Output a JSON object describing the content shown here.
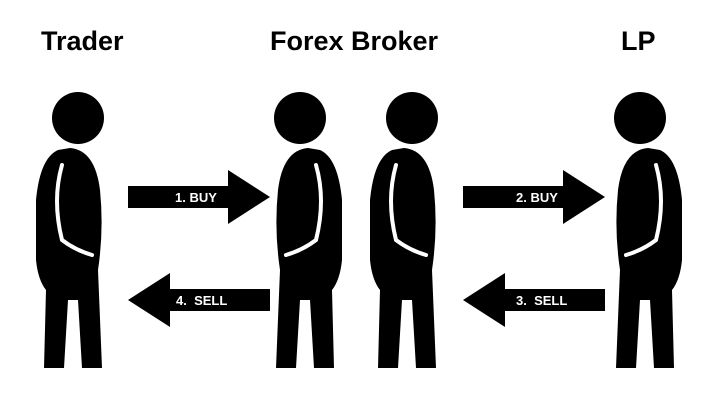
{
  "roles": {
    "trader": "Trader",
    "broker": "Forex Broker",
    "lp": "LP"
  },
  "arrows": {
    "trader_to_broker": "1. BUY",
    "broker_to_lp": "2. BUY",
    "lp_to_broker": "3.  SELL",
    "broker_to_trader": "4.  SELL"
  },
  "colors": {
    "figure": "#000000",
    "arrow": "#000000",
    "arrow_text": "#ffffff",
    "background": "#ffffff"
  }
}
